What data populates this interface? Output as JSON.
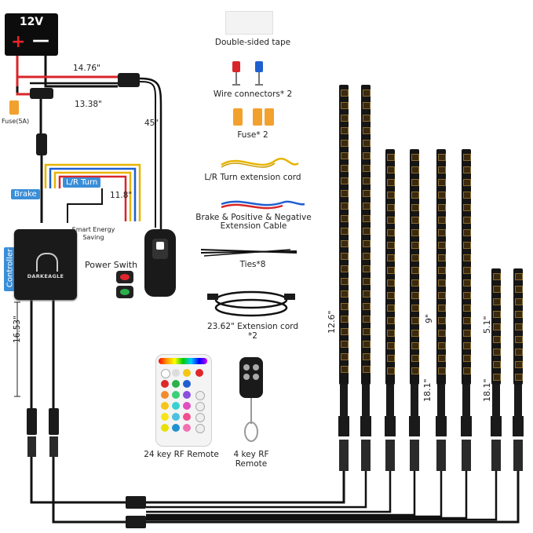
{
  "battery": {
    "voltage": "12V",
    "positive": "+",
    "negative": "—"
  },
  "fuse_label": "Fuse(5A)",
  "lengths": {
    "a": "14.76\"",
    "b": "13.38\"",
    "c": "45\"",
    "d": "11.8\"",
    "e": "16.53\""
  },
  "tags": {
    "lr_turn": "L/R Turn",
    "brake": "Brake",
    "controller": "Controller"
  },
  "smart_energy": "Smart Energy Saving",
  "brand": "DARKEAGLE",
  "power_switch": "Power Swith",
  "accessories": {
    "tape": "Double-sided tape",
    "wire_connectors": "Wire connectors* 2",
    "fuse": "Fuse* 2",
    "lr_extension": "L/R Turn extension cord",
    "brake_cable": "Brake & Positive & Negative Extension Cable",
    "ties": "Ties*8",
    "extension": "23.62\" Extension cord *2"
  },
  "remotes": {
    "rf24": "24 key RF Remote",
    "rf4": "4 key RF Remote"
  },
  "strip_lengths": {
    "long": "12.6\"",
    "mid": "9\"",
    "short": "5.1\"",
    "cable1": "18.1\"",
    "cable2": "18.1\""
  },
  "colors": {
    "blue_tag": "#3a8ed8",
    "strip": "#151515",
    "wire_red": "#d8262a",
    "wire_yellow": "#e8b300",
    "wire_blue": "#1f5fd0"
  }
}
